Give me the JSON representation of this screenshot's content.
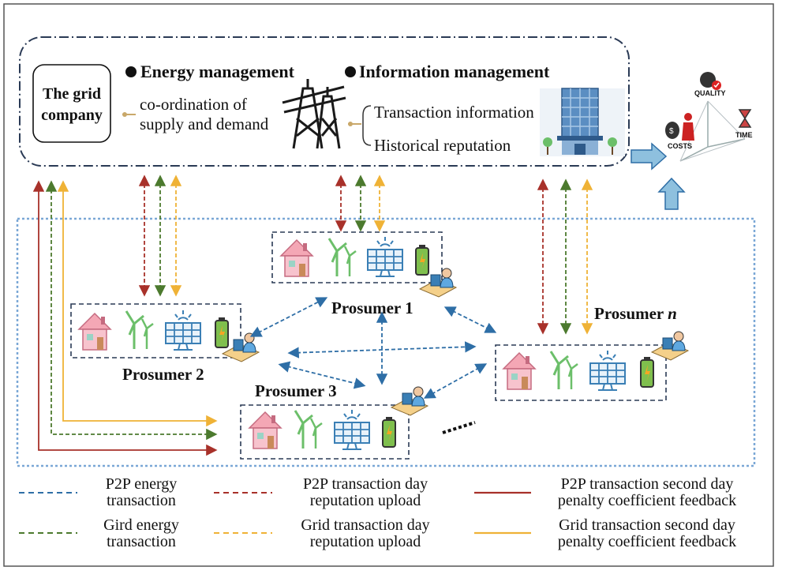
{
  "grid_company": {
    "label_line1": "The grid",
    "label_line2": "company"
  },
  "energy_management": {
    "title": "Energy management",
    "item_line1": "co-ordination of",
    "item_line2": "supply and demand"
  },
  "information_management": {
    "title": "Information management",
    "items": [
      "Transaction information",
      "Historical reputation"
    ]
  },
  "quality_icon": {
    "labels": [
      "QUALITY",
      "COSTS",
      "TIME"
    ]
  },
  "prosumers": {
    "p1": "Prosumer 1",
    "p2": "Prosumer 2",
    "p3": "Prosumer 3",
    "pn_prefix": "Prosumer ",
    "pn_suffix": "n"
  },
  "legend": {
    "p2p_energy": [
      "P2P energy",
      "transaction"
    ],
    "p2p_day_rep": [
      "P2P transaction day",
      "reputation upload"
    ],
    "p2p_second_day": [
      "P2P transaction second day",
      "penalty coefficient feedback"
    ],
    "grid_energy": [
      "Gird energy",
      "transaction"
    ],
    "grid_day_rep": [
      "Grid transaction day",
      "reputation upload"
    ],
    "grid_second_day": [
      "Grid transaction second day",
      "penalty coefficient feedback"
    ]
  },
  "colors": {
    "blue": "#2e6ea6",
    "red": "#a8312a",
    "green": "#4c7a2e",
    "yellow": "#efb236",
    "frame": "#555555",
    "dotted": "#7aa7d6"
  }
}
